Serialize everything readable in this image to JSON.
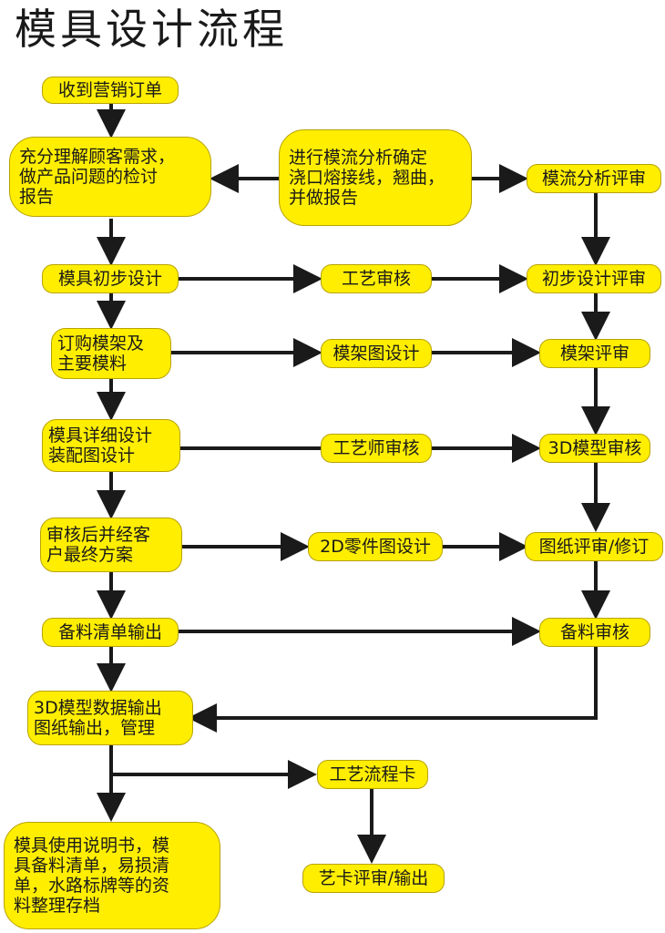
{
  "title": "模具设计流程",
  "colors": {
    "node_fill": "#ffee00",
    "node_border": "#b8a200",
    "arrow": "#1a1a1a"
  },
  "nodes": {
    "n1": "收到营销订单",
    "n2": "充分理解顾客需求，\n做产品问题的检讨\n报告",
    "n3": "进行模流分析确定\n浇口熔接线，翘曲，\n并做报告",
    "n4": "模流分析评审",
    "n5": "模具初步设计",
    "n6": "工艺审核",
    "n7": "初步设计评审",
    "n8": "订购模架及\n主要模料",
    "n9": "模架图设计",
    "n10": "模架评审",
    "n11": "模具详细设计\n装配图设计",
    "n12": "工艺师审核",
    "n13": "3D模型审核",
    "n14": "审核后并经客\n户最终方案",
    "n15": "2D零件图设计",
    "n16": "图纸评审/修订",
    "n17": "备料清单输出",
    "n18": "备料审核",
    "n19": "3D模型数据输出\n图纸输出，管理",
    "n20": "工艺流程卡",
    "n21": "模具使用说明书，模\n具备料清单，易损清\n单，水路标牌等的资\n料整理存档",
    "n22": "艺卡评审/输出"
  },
  "edges": [
    [
      "收到营销订单",
      "充分理解顾客需求"
    ],
    [
      "进行模流分析",
      "充分理解顾客需求"
    ],
    [
      "进行模流分析",
      "模流分析评审"
    ],
    [
      "充分理解顾客需求",
      "模具初步设计"
    ],
    [
      "模流分析评审",
      "初步设计评审"
    ],
    [
      "模具初步设计",
      "工艺审核"
    ],
    [
      "工艺审核",
      "初步设计评审"
    ],
    [
      "模具初步设计",
      "订购模架及主要模料"
    ],
    [
      "初步设计评审",
      "模架评审"
    ],
    [
      "订购模架及主要模料",
      "模架图设计"
    ],
    [
      "模架图设计",
      "模架评审"
    ],
    [
      "订购模架及主要模料",
      "模具详细设计装配图设计"
    ],
    [
      "模架评审",
      "3D模型审核"
    ],
    [
      "模具详细设计装配图设计",
      "工艺师审核"
    ],
    [
      "工艺师审核",
      "3D模型审核"
    ],
    [
      "模具详细设计装配图设计",
      "审核后并经客户最终方案"
    ],
    [
      "3D模型审核",
      "图纸评审/修订"
    ],
    [
      "审核后并经客户最终方案",
      "2D零件图设计"
    ],
    [
      "2D零件图设计",
      "图纸评审/修订"
    ],
    [
      "审核后并经客户最终方案",
      "备料清单输出"
    ],
    [
      "图纸评审/修订",
      "备料审核"
    ],
    [
      "备料清单输出",
      "备料审核"
    ],
    [
      "备料清单输出",
      "3D模型数据输出图纸输出，管理"
    ],
    [
      "备料审核",
      "3D模型数据输出图纸输出，管理"
    ],
    [
      "3D模型数据输出图纸输出，管理",
      "工艺流程卡"
    ],
    [
      "3D模型数据输出图纸输出，管理",
      "模具使用说明书..."
    ],
    [
      "工艺流程卡",
      "艺卡评审/输出"
    ]
  ]
}
